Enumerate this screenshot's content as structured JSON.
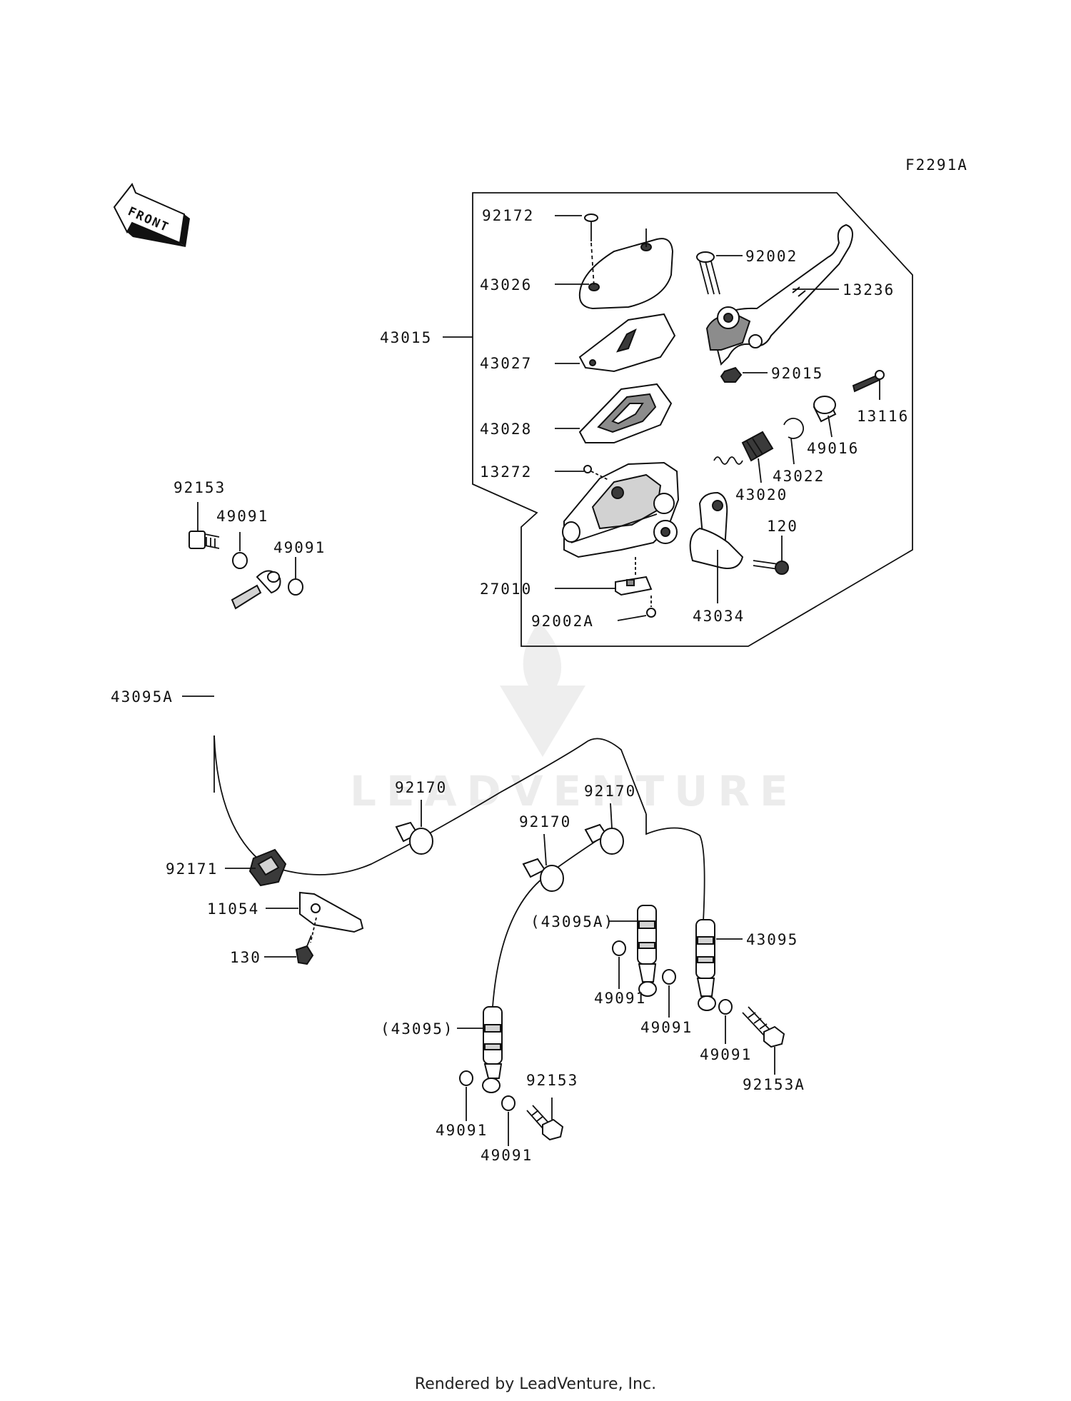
{
  "figure_code": "F2291A",
  "front_label": "FRONT",
  "watermark": "LEADVENTURE",
  "footer": "Rendered by LeadVenture, Inc.",
  "labels": {
    "p92172": "92172",
    "p43026": "43026",
    "p43015": "43015",
    "p43027": "43027",
    "p43028": "43028",
    "p13272": "13272",
    "p27010": "27010",
    "p92002A": "92002A",
    "p92002": "92002",
    "p13236": "13236",
    "p92015": "92015",
    "p13116": "13116",
    "p49016": "49016",
    "p43022": "43022",
    "p43020": "43020",
    "p120": "120",
    "p43034": "43034",
    "p92153_top": "92153",
    "p49091_a": "49091",
    "p49091_b": "49091",
    "p43095A": "43095A",
    "p92170_a": "92170",
    "p92170_b": "92170",
    "p92170_c": "92170",
    "p92171": "92171",
    "p11054": "11054",
    "p130": "130",
    "p43095A_paren": "(43095A)",
    "p43095": "43095",
    "p49091_c": "49091",
    "p49091_d": "49091",
    "p49091_e": "49091",
    "p92153A": "92153A",
    "p43095_paren": "(43095)",
    "p92153_bottom": "92153",
    "p49091_f": "49091",
    "p49091_g": "49091"
  }
}
